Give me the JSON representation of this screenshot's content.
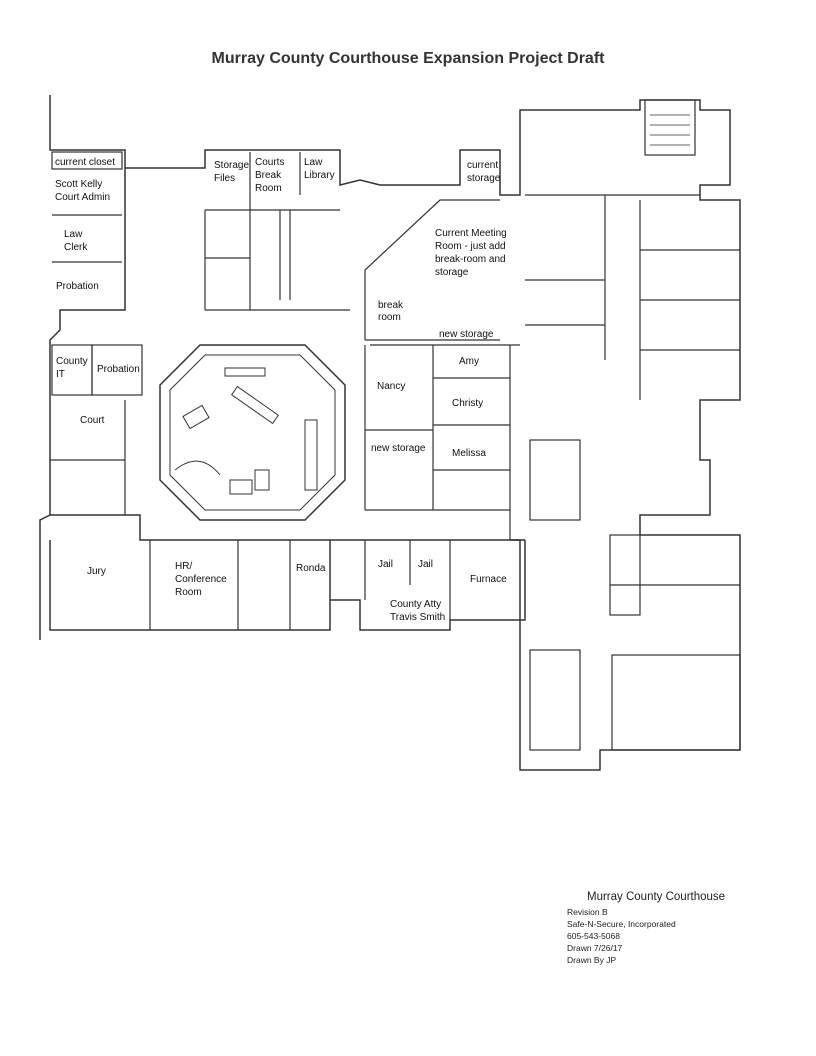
{
  "title": "Murray County Courthouse Expansion Project Draft",
  "rooms": {
    "current_closet": "current closet",
    "scott_kelly_1": "Scott Kelly",
    "scott_kelly_2": "Court Admin",
    "law_clerk_1": "Law",
    "law_clerk_2": "Clerk",
    "probation_1": "Probation",
    "storage_files_1": "Storage",
    "storage_files_2": "Files",
    "courts_break_1": "Courts",
    "courts_break_2": "Break",
    "courts_break_3": "Room",
    "law_library_1": "Law",
    "law_library_2": "Library",
    "current_storage_1": "current",
    "current_storage_2": "storage",
    "meeting_1": "Current Meeting",
    "meeting_2": "Room - just add",
    "meeting_3": "break-room and",
    "meeting_4": "storage",
    "break_room_1": "break",
    "break_room_2": "room",
    "new_storage_1": "new storage",
    "amy": "Amy",
    "county_it_1": "County",
    "county_it_2": "IT",
    "probation_2": "Probation",
    "nancy": "Nancy",
    "christy": "Christy",
    "court": "Court",
    "new_storage_2": "new storage",
    "melissa": "Melissa",
    "jail_1": "Jail",
    "jail_2": "Jail",
    "furnace": "Furnace",
    "jury": "Jury",
    "hr_1": "HR/",
    "hr_2": "Conference",
    "hr_3": "Room",
    "ronda": "Ronda",
    "county_atty_1": "County Atty",
    "county_atty_2": "Travis Smith"
  },
  "legend": {
    "heading": "Murray County Courthouse",
    "revision": "Revision B",
    "company": "Safe-N-Secure, Incorporated",
    "phone": "605-543-5068",
    "drawn_date": "Drawn 7/26/17",
    "drawn_by": "Drawn By JP"
  }
}
